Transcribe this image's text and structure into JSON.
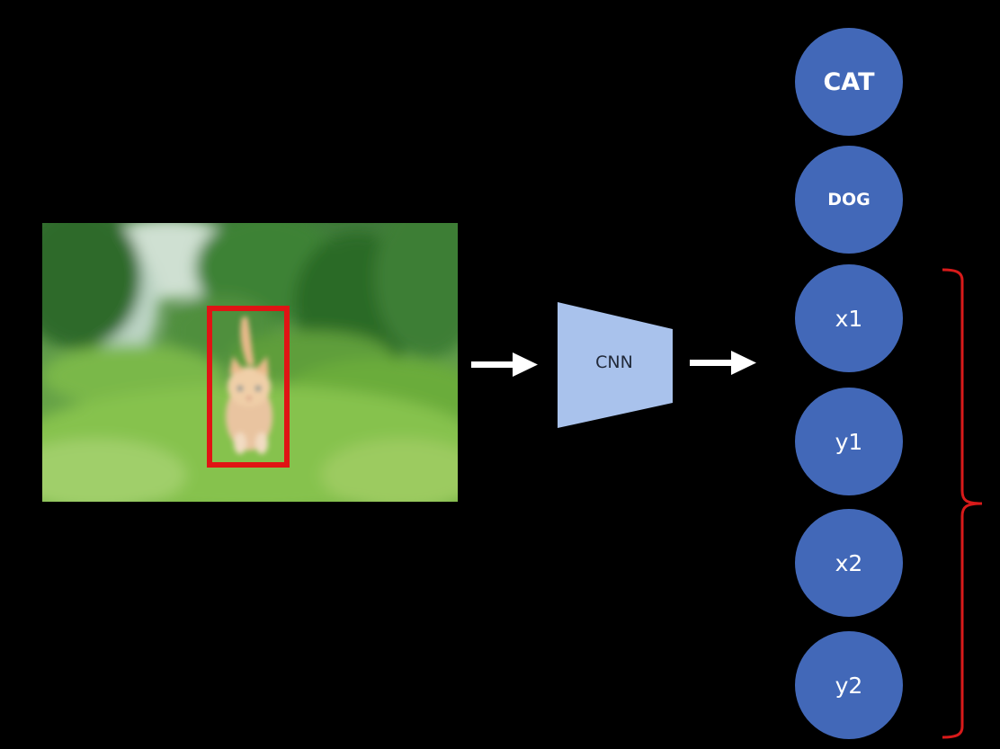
{
  "network": {
    "label": "CNN"
  },
  "outputs": [
    {
      "label": "CAT"
    },
    {
      "label": "DOG"
    },
    {
      "label": "x1"
    },
    {
      "label": "y1"
    },
    {
      "label": "x2"
    },
    {
      "label": "y2"
    }
  ],
  "colors": {
    "background": "#000000",
    "node_fill": "#4268b8",
    "cnn_fill": "#a9c2ec",
    "bounding_box": "#e01414",
    "bracket": "#d81a1a",
    "arrow": "#ffffff"
  }
}
